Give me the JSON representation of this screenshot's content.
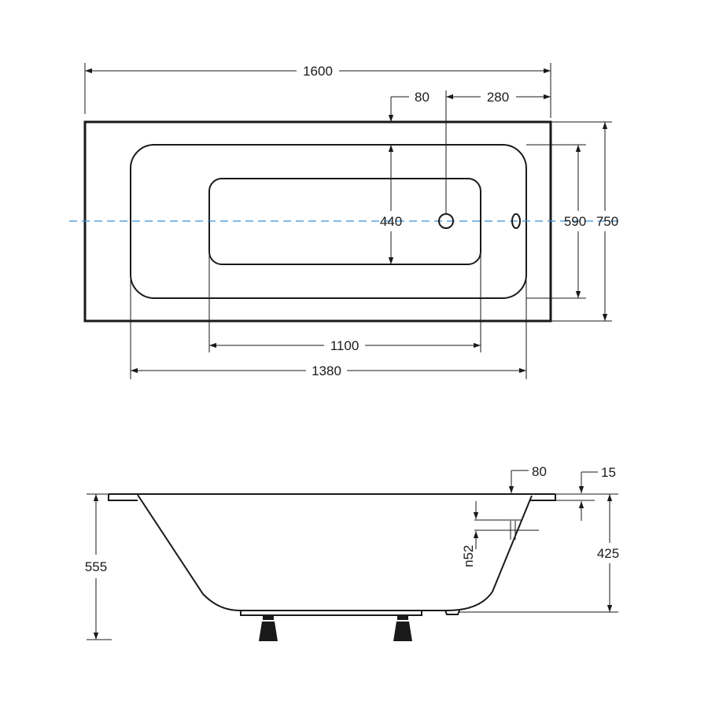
{
  "top_view": {
    "overall_length": "1600",
    "overflow_offset": "80",
    "drain_offset": "280",
    "inner_width": "440",
    "basin_width": "590",
    "overall_width": "750",
    "inner_length": "1100",
    "basin_length": "1380"
  },
  "side_view": {
    "rim_width": "80",
    "rim_thickness": "15",
    "overflow_diameter": "n52",
    "basin_depth": "425",
    "total_height": "555"
  },
  "colors": {
    "axis": "#3a8fd6",
    "line": "#1a1a1a"
  }
}
